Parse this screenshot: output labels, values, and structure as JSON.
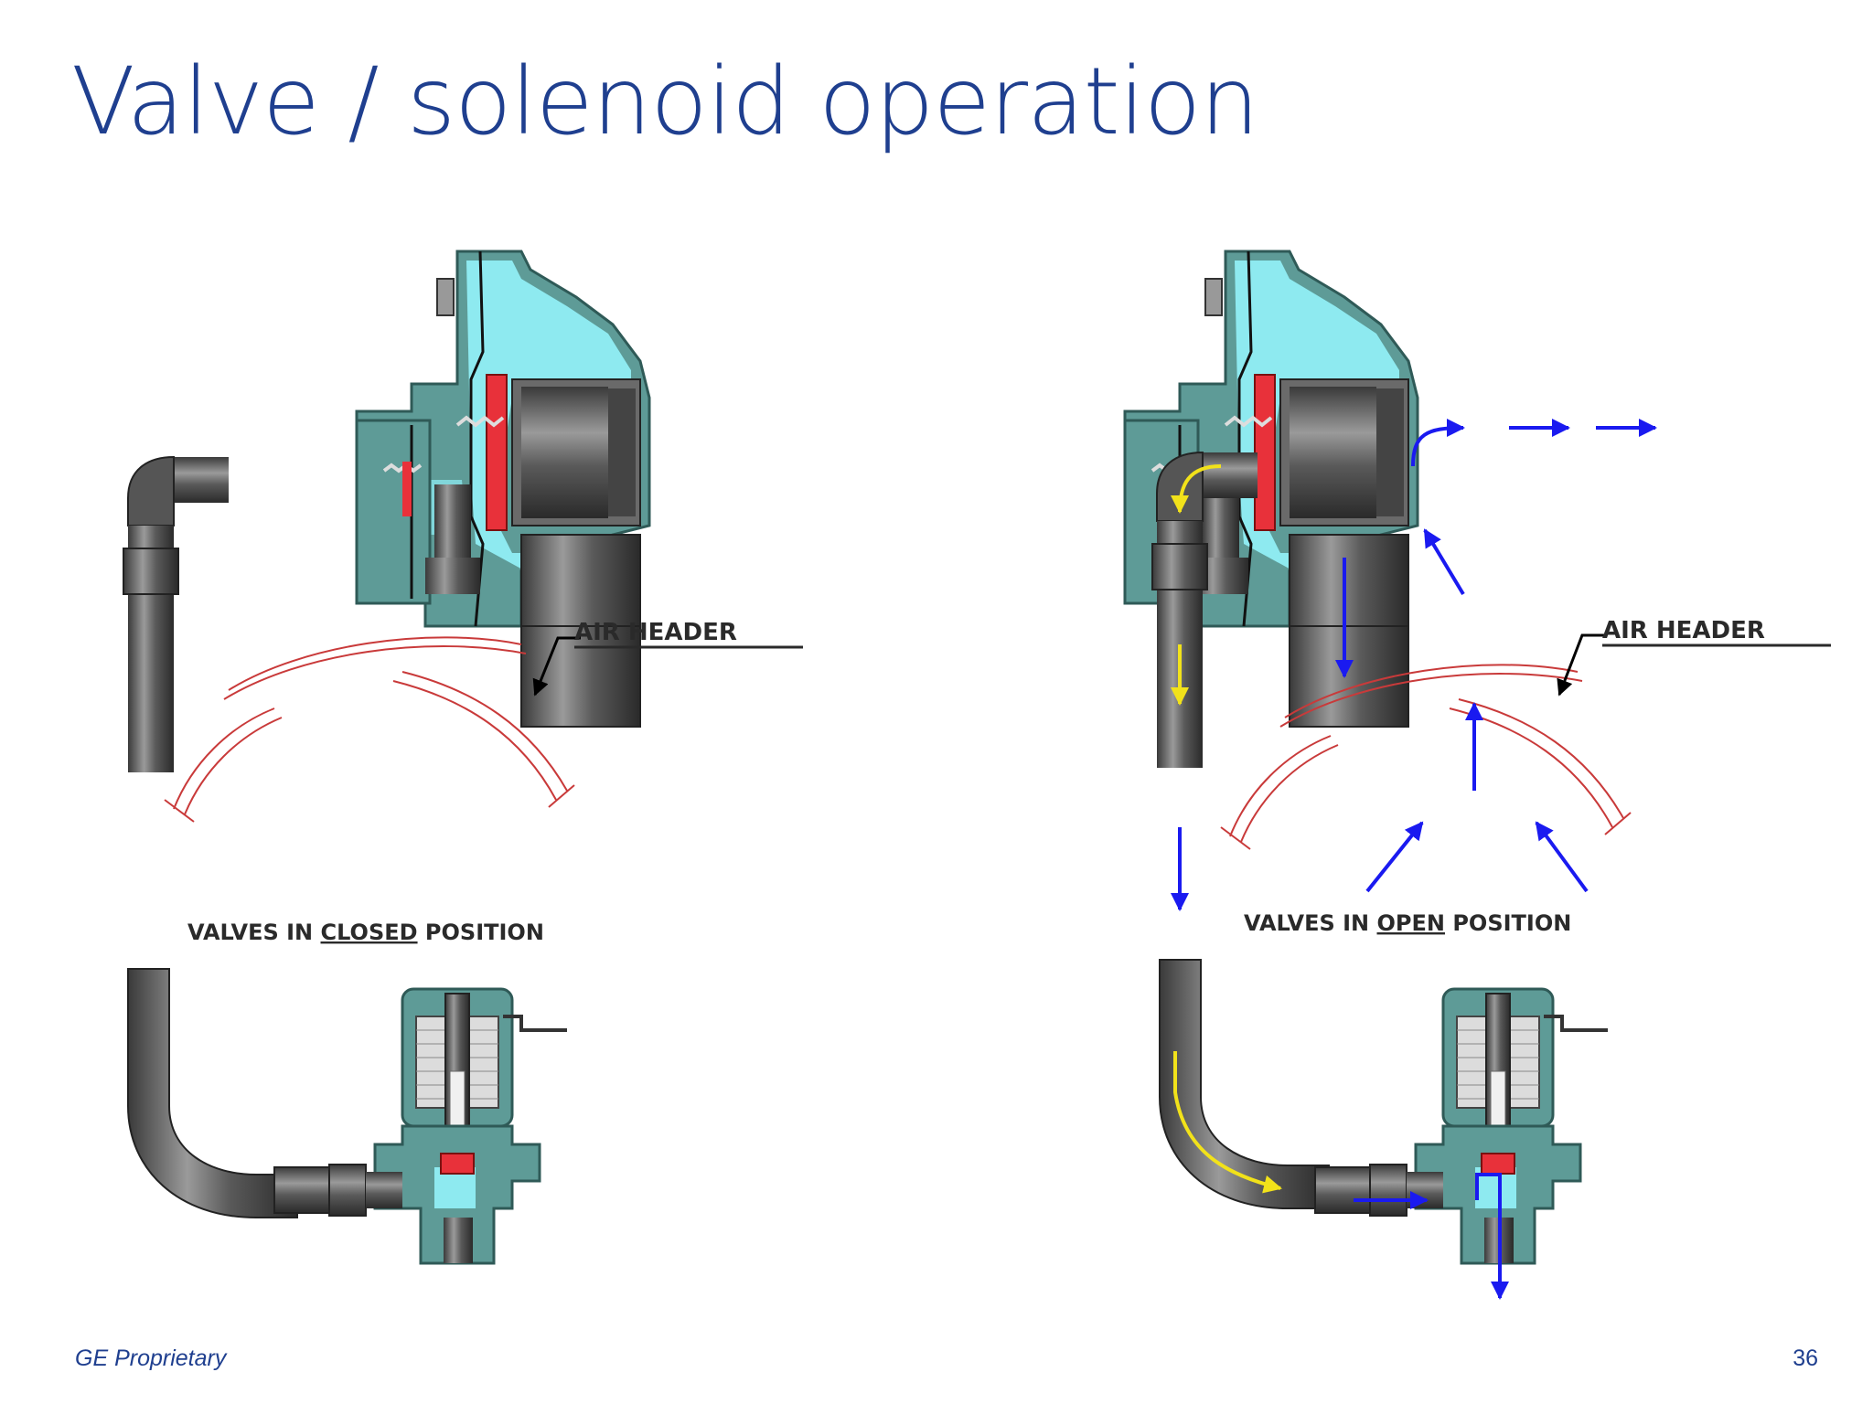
{
  "title": "Valve / solenoid operation",
  "footer": {
    "left": "GE Proprietary",
    "page_number": "36"
  },
  "closed": {
    "air_header": "AIR HEADER",
    "caption_prefix": "VALVES IN ",
    "caption_state": "CLOSED",
    "caption_suffix": " POSITION"
  },
  "open": {
    "air_header": "AIR HEADER",
    "caption_prefix": "VALVES IN ",
    "caption_state": "OPEN",
    "caption_suffix": " POSITION"
  },
  "colors": {
    "title": "#1f3f8f",
    "housing": "#5e9b97",
    "fluid": "#8eeaf0",
    "seal": "#e8313a",
    "flow_air": "#1a1af0",
    "flow_signal": "#f2e21a",
    "header": "#c93a3a"
  }
}
